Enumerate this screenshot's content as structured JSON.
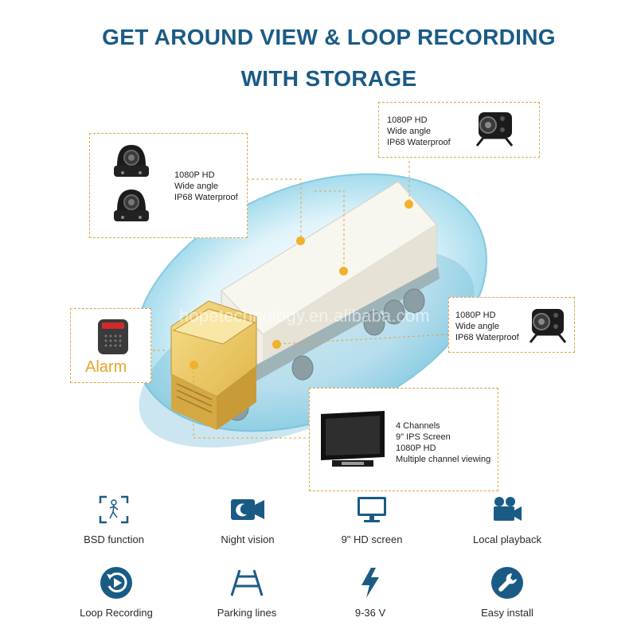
{
  "header": {
    "title_line1": "GET AROUND VIEW & LOOP RECORDING",
    "title_line2": "WITH STORAGE"
  },
  "watermark": "hopetechnology.en.alibaba.com",
  "callouts": {
    "rear_cameras": {
      "line1": "1080P HD",
      "line2": "Wide angle",
      "line3": "IP68 Waterproof"
    },
    "top_camera": {
      "line1": "1080P HD",
      "line2": "Wide angle",
      "line3": "IP68 Waterproof"
    },
    "side_camera": {
      "line1": "1080P HD",
      "line2": "Wide angle",
      "line3": "IP68 Waterproof"
    },
    "alarm": {
      "label": "Alarm"
    },
    "monitor": {
      "line1": "4 Channels",
      "line2": "9\" IPS Screen",
      "line3": "1080P HD",
      "line4": "Multiple channel viewing"
    }
  },
  "features": [
    {
      "label": "BSD function",
      "icon": "bsd-person-icon"
    },
    {
      "label": "Night vision",
      "icon": "night-vision-camera-icon"
    },
    {
      "label": "9\" HD screen",
      "icon": "monitor-icon"
    },
    {
      "label": "Local playback",
      "icon": "video-camera-icon"
    },
    {
      "label": "Loop Recording",
      "icon": "loop-record-icon"
    },
    {
      "label": "Parking lines",
      "icon": "parking-lines-icon"
    },
    {
      "label": "9-36 V",
      "icon": "lightning-icon"
    },
    {
      "label": "Easy install",
      "icon": "wrench-icon"
    }
  ],
  "colors": {
    "title": "#1a5b86",
    "icon": "#1a5b86",
    "accent": "#f0b12c",
    "ellipse": "#8fd3e8"
  }
}
